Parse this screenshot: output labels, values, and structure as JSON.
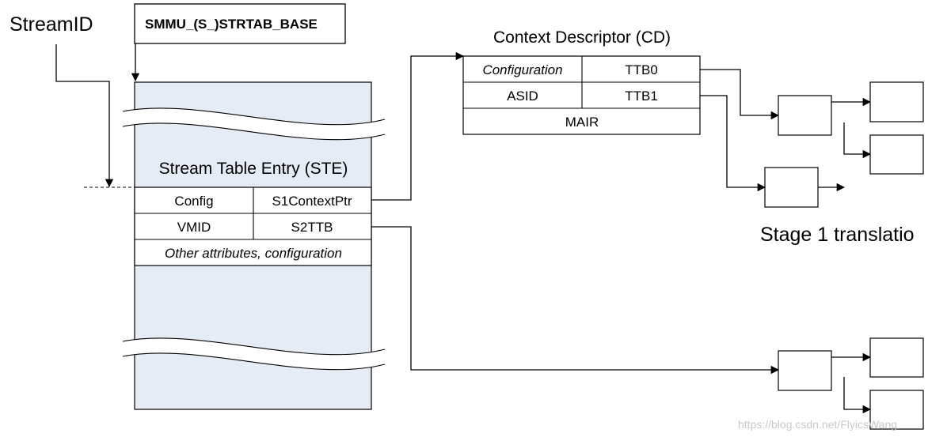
{
  "stream_id_label": "StreamID",
  "strtab_base_label": "SMMU_(S_)STRTAB_BASE",
  "ste": {
    "title": "Stream Table Entry (STE)",
    "config": "Config",
    "s1_context_ptr": "S1ContextPtr",
    "vmid": "VMID",
    "s2ttb": "S2TTB",
    "other": "Other attributes, configuration"
  },
  "cd": {
    "title": "Context Descriptor (CD)",
    "configuration": "Configuration",
    "ttb0": "TTB0",
    "asid": "ASID",
    "ttb1": "TTB1",
    "mair": "MAIR"
  },
  "stage1_label": "Stage 1 translatio",
  "watermark": "https://blog.csdn.net/FlyicsWang",
  "colors": {
    "ste_fill": "#e6ecf5",
    "line": "#000000"
  }
}
